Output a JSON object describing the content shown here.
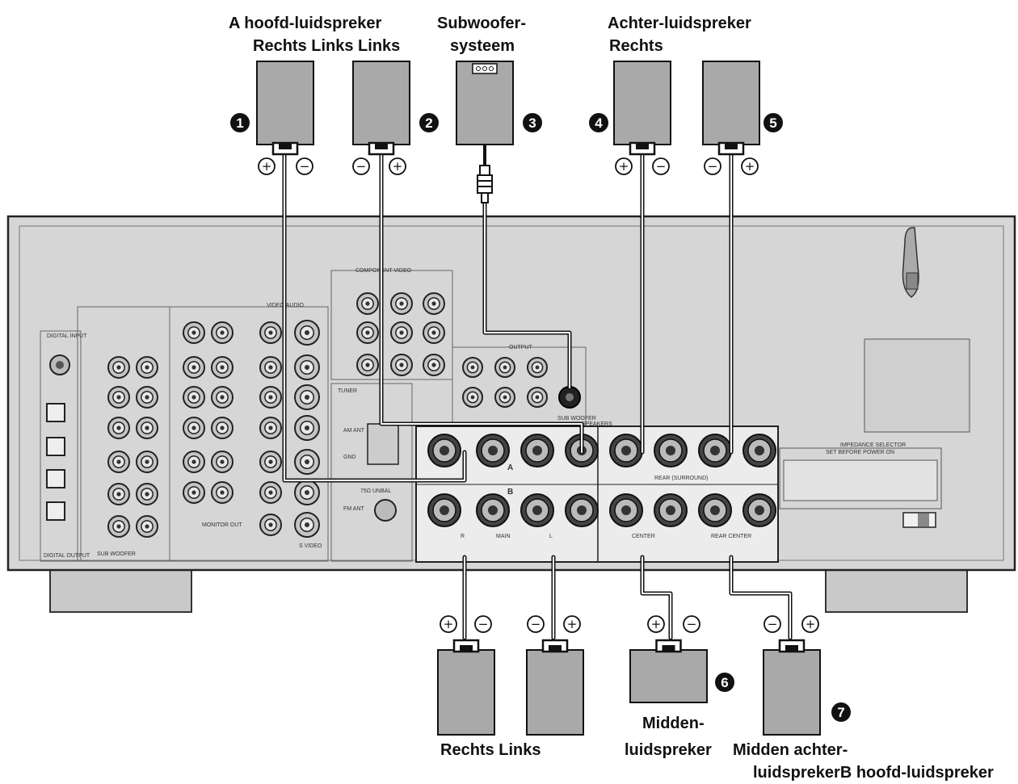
{
  "labels": {
    "front_a_title": "A hoofd-luidspreker",
    "front_a_sides": "Rechts Links Links",
    "subwoofer_1": "Subwoofer-",
    "subwoofer_2": "systeem",
    "rear_title": "Achter-luidspreker",
    "rear_side": "Rechts",
    "front_b_sides": "Rechts Links",
    "center_1": "Midden-",
    "center_2": "luidspreker",
    "rear_center_1": "Midden achter-",
    "rear_center_2": "luidsprekerB hoofd-luidspreker"
  },
  "markers": [
    "1",
    "2",
    "3",
    "4",
    "5",
    "6",
    "7"
  ],
  "polarity": {
    "plus": "+",
    "minus": "−"
  },
  "panel": {
    "digital_input": "DIGITAL INPUT",
    "digital_output": "DIGITAL OUTPUT",
    "video_audio": "VIDEO/AUDIO",
    "component_video": "COMPONENT VIDEO",
    "output": "OUTPUT",
    "tuner": "TUNER",
    "am_ant": "AM ANT",
    "gnd": "GND",
    "unbal": "75Ω UNBAL",
    "fm_ant": "FM ANT",
    "speakers": "SPEAKERS",
    "impedance_selector": "IMPEDANCE SELECTOR",
    "impedance_note": "SET BEFORE POWER ON",
    "main": "MAIN",
    "rear_surround": "REAR (SURROUND)",
    "center": "CENTER",
    "rear_center": "REAR CENTER",
    "sub_woofer": "SUB WOOFER",
    "monitor_out": "MONITOR OUT",
    "s_video": "S VIDEO",
    "row_a": "A",
    "row_b": "B",
    "r": "R",
    "l": "L"
  }
}
